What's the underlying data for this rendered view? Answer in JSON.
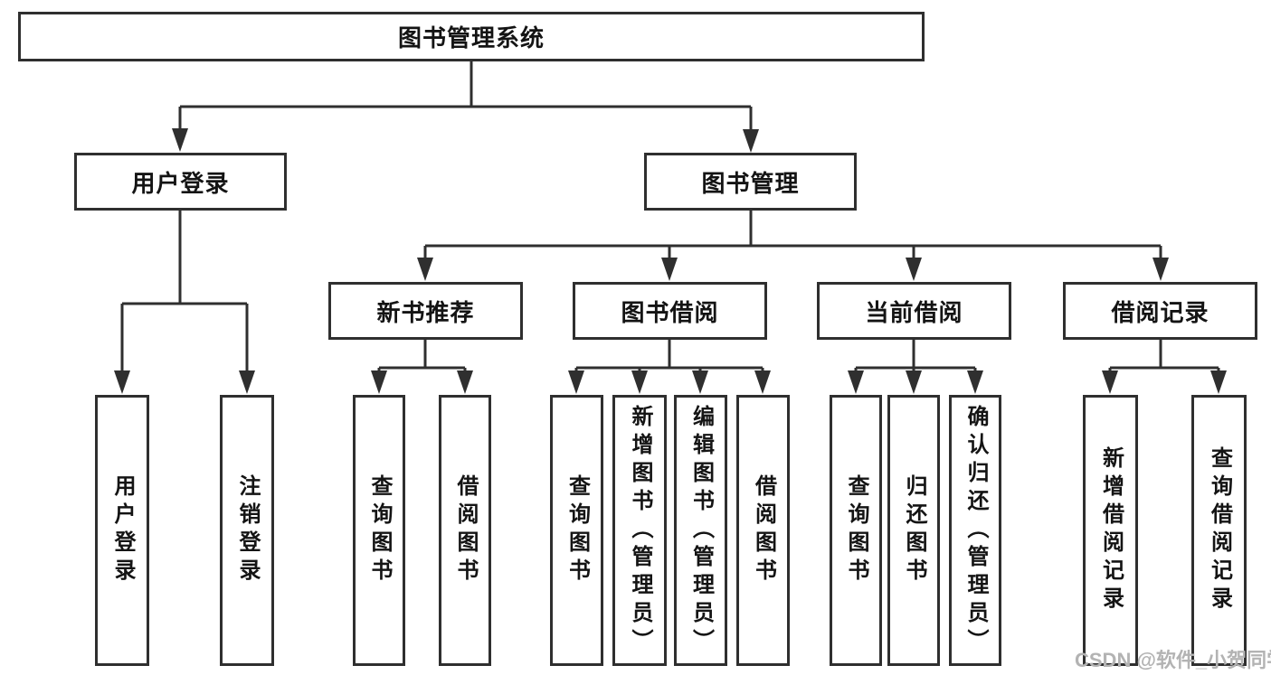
{
  "diagram": {
    "type": "hierarchy-tree",
    "orientation": "top-down"
  },
  "colors": {
    "line": "#2f2f2f",
    "box_border": "#2f2f2f",
    "text": "#141414",
    "background": "#ffffff",
    "watermark": "#b3b3b3"
  },
  "watermark": "CSDN @软件_小贺同学",
  "tree": {
    "label": "图书管理系统",
    "children": [
      {
        "label": "用户登录",
        "children": [
          {
            "label": "用户登录"
          },
          {
            "label": "注销登录"
          }
        ]
      },
      {
        "label": "图书管理",
        "children": [
          {
            "label": "新书推荐",
            "children": [
              {
                "label": "查询图书"
              },
              {
                "label": "借阅图书"
              }
            ]
          },
          {
            "label": "图书借阅",
            "children": [
              {
                "label": "查询图书"
              },
              {
                "label": "新增图书（管理员）"
              },
              {
                "label": "编辑图书（管理员）"
              },
              {
                "label": "借阅图书"
              }
            ]
          },
          {
            "label": "当前借阅",
            "children": [
              {
                "label": "查询图书"
              },
              {
                "label": "归还图书"
              },
              {
                "label": "确认归还（管理员）"
              }
            ]
          },
          {
            "label": "借阅记录",
            "children": [
              {
                "label": "新增借阅记录"
              },
              {
                "label": "查询借阅记录"
              }
            ]
          }
        ]
      }
    ]
  }
}
